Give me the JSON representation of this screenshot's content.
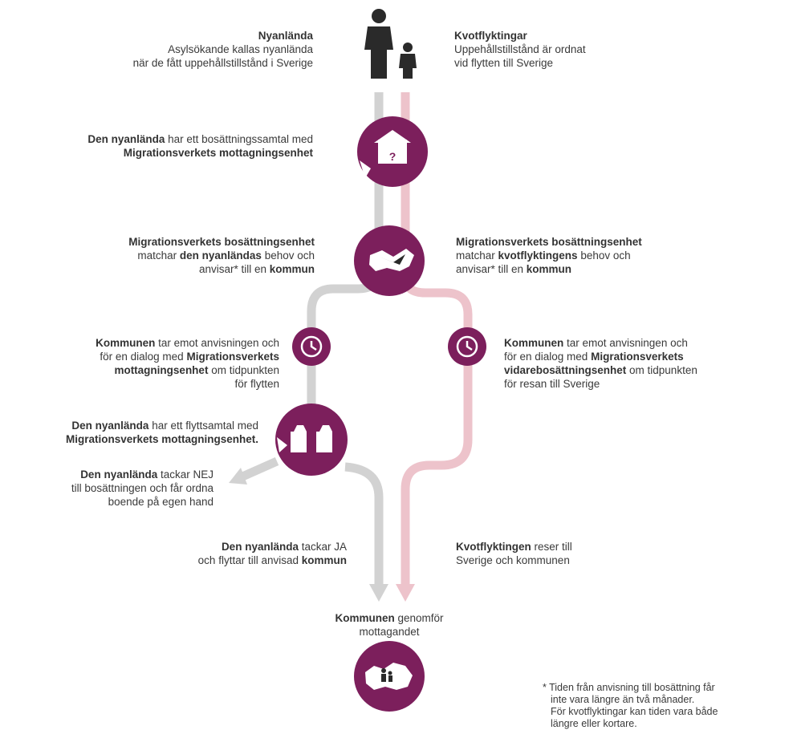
{
  "colors": {
    "accent": "#7c1f5c",
    "grey_path": "#d2d2d2",
    "pink_path": "#edc3cb",
    "text": "#3a3a3a"
  },
  "icons": [
    "family-icon",
    "house-question-icon",
    "map-match-icon",
    "clock-icon",
    "clock-icon",
    "moving-boxes-icon",
    "municipality-map-icon"
  ],
  "top_left": {
    "title": "Nyanlända",
    "line1": "Asylsökande kallas nyanlända",
    "line2": "när de fått uppehållstillstånd i Sverige"
  },
  "top_right": {
    "title": "Kvotflyktingar",
    "line1": "Uppehållstillstånd är ordnat",
    "line2": "vid flytten till Sverige"
  },
  "step1": {
    "b1": "Den nyanlända",
    "t1": " har ett bosättningssamtal med",
    "b2": "Migrationsverkets mottagningsenhet"
  },
  "step2_left": {
    "b1": "Migrationsverkets bosättningsenhet",
    "t1": "matchar ",
    "b2": "den nyanländas",
    "t2": " behov och",
    "t3": "anvisar* till en ",
    "b3": "kommun"
  },
  "step2_right": {
    "b1": "Migrationsverkets bosättningsenhet",
    "t1": "matchar ",
    "b2": "kvotflyktingens",
    "t2": " behov och",
    "t3": "anvisar* till en ",
    "b3": "kommun"
  },
  "step3_left": {
    "b1": "Kommunen",
    "t1": " tar emot anvisningen och",
    "t2": "för en dialog med ",
    "b2": "Migrationsverkets",
    "b3": "mottagningsenhet",
    "t3": " om tidpunkten",
    "t4": "för flytten"
  },
  "step3_right": {
    "b1": "Kommunen",
    "t1": " tar emot anvisningen och",
    "t2": "för en dialog med ",
    "b2": "Migrationsverkets",
    "b3": "vidarebosättningsenhet",
    "t3": " om tidpunkten",
    "t4": "för resan till Sverige"
  },
  "step4": {
    "b1": "Den nyanlända",
    "t1": " har ett flyttsamtal med",
    "b2": "Migrationsverkets mottagningsenhet."
  },
  "no_branch": {
    "b1": "Den nyanlända",
    "t1": " tackar NEJ",
    "t2": "till bosättningen och får ordna",
    "t3": "boende på egen hand"
  },
  "yes_branch": {
    "b1": "Den nyanlända",
    "t1": " tackar JA",
    "t2": "och flyttar till anvisad ",
    "b2": "kommun"
  },
  "quota_travel": {
    "b1": "Kvotflyktingen",
    "t1": " reser till",
    "t2": "Sverige och kommunen"
  },
  "final": {
    "b1": "Kommunen",
    "t1": " genomför",
    "t2": "mottagandet"
  },
  "footnote": {
    "l1": "* Tiden från anvisning till bosättning får",
    "l2": "inte vara längre än två månader.",
    "l3": "För kvotflyktingar kan tiden vara både",
    "l4": "längre eller kortare."
  }
}
